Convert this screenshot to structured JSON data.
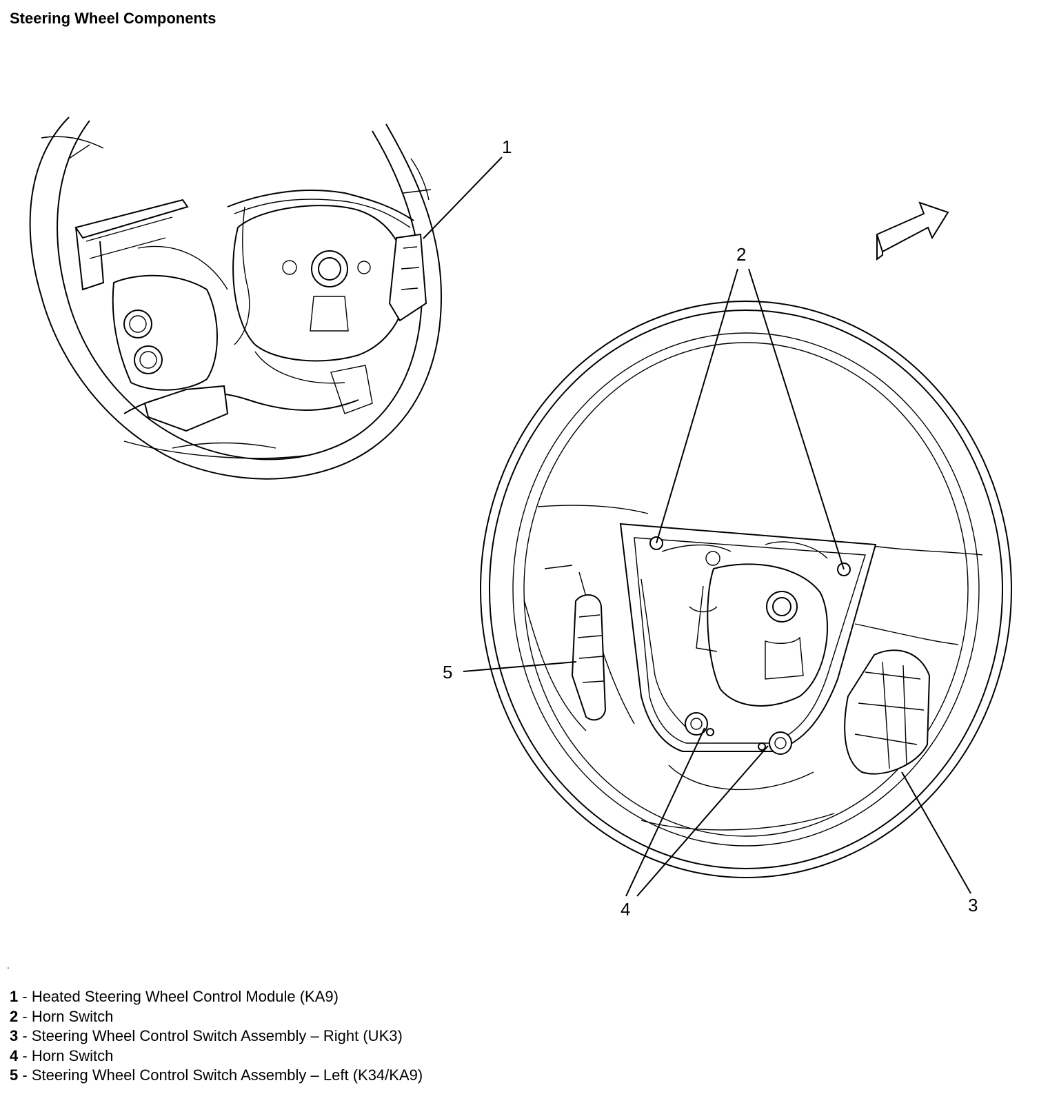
{
  "title": "Steering Wheel Components",
  "callouts": [
    "1",
    "2",
    "3",
    "4",
    "5"
  ],
  "legend": [
    {
      "num": "1",
      "sep": " - ",
      "text": "Heated Steering Wheel Control Module (KA9)"
    },
    {
      "num": "2",
      "sep": " - ",
      "text": "Horn Switch"
    },
    {
      "num": "3",
      "sep": " - ",
      "text": "Steering Wheel Control Switch Assembly – Right (UK3)"
    },
    {
      "num": "4",
      "sep": " - ",
      "text": "Horn Switch"
    },
    {
      "num": "5",
      "sep": " - ",
      "text": "Steering Wheel Control Switch Assembly – Left (K34/KA9)"
    }
  ],
  "icons": {
    "direction_arrow": "direction-arrow-icon"
  }
}
